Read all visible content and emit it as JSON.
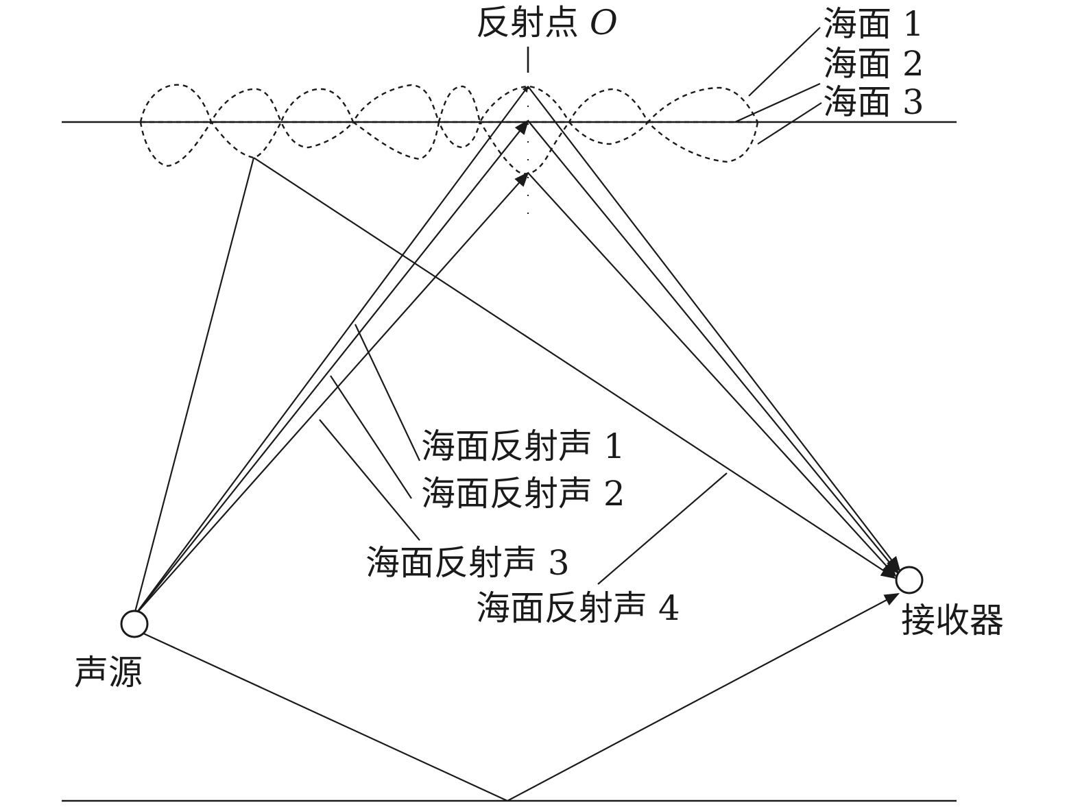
{
  "labels": {
    "reflection_point": "反射点",
    "reflection_point_symbol": "O",
    "sea_surface_1": "海面 1",
    "sea_surface_2": "海面 2",
    "sea_surface_3": "海面 3",
    "surface_reflection_1": "海面反射声 1",
    "surface_reflection_2": "海面反射声 2",
    "surface_reflection_3": "海面反射声 3",
    "surface_reflection_4": "海面反射声 4",
    "source": "声源",
    "receiver": "接收器"
  },
  "colors": {
    "line": "#1a1a1a",
    "background": "#ffffff"
  }
}
